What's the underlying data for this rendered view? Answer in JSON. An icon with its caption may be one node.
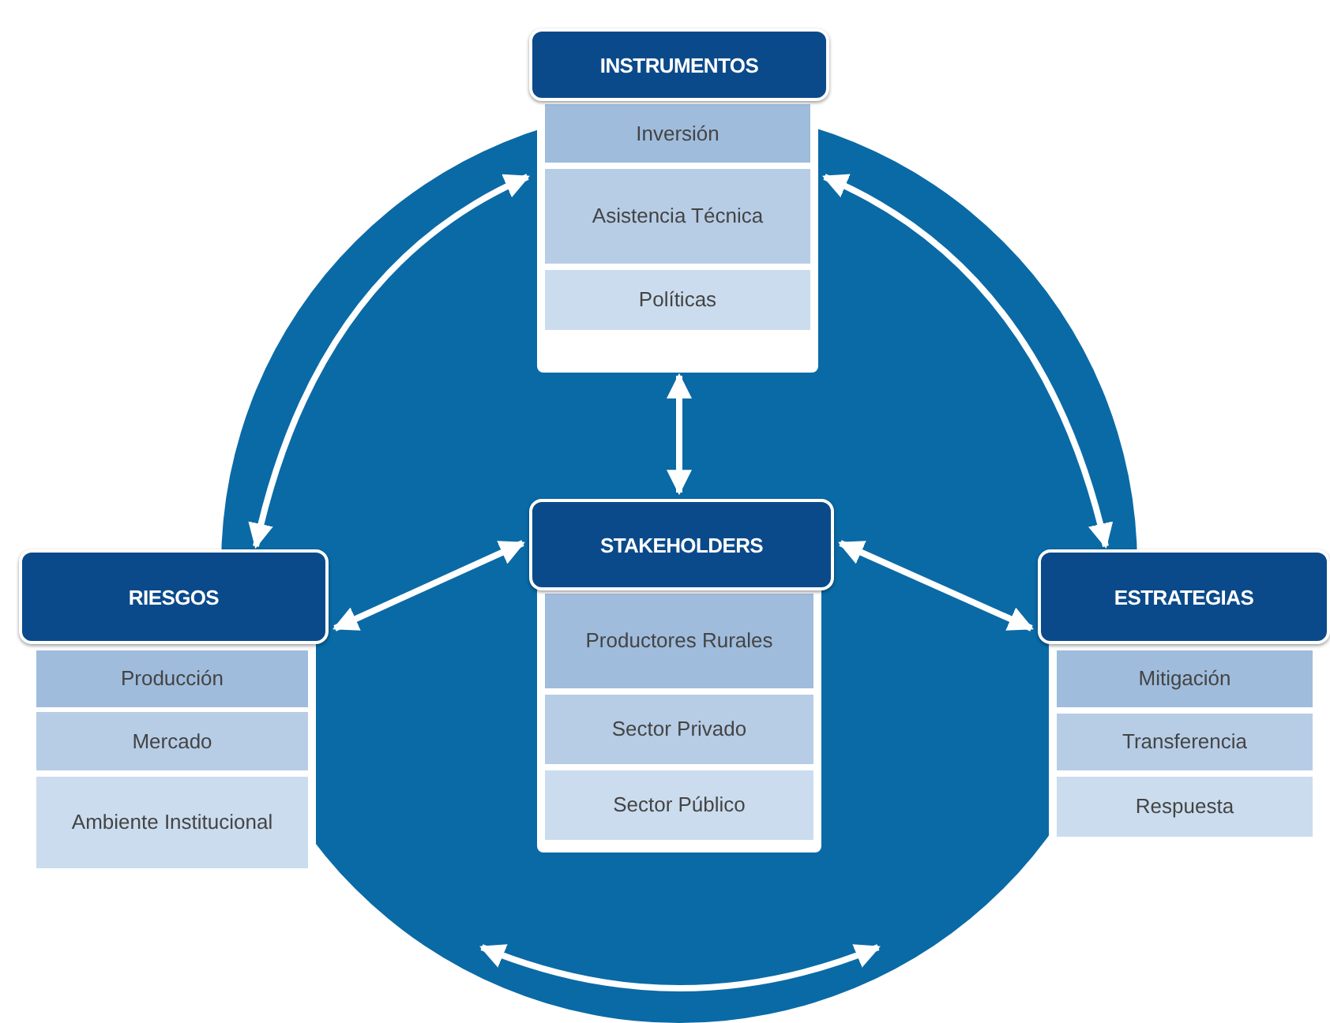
{
  "diagram": {
    "nodes": [
      {
        "text": [
          "INSTRUMENTOS"
        ]
      },
      {
        "text": [
          "Inversión"
        ],
        "in": 0
      },
      {
        "text": [
          "Asistencia Técnica"
        ],
        "in": 0
      },
      {
        "text": [
          "Políticas"
        ],
        "in": 0
      },
      {
        "text": [
          "RIESGOS"
        ]
      },
      {
        "text": [
          "Producción"
        ],
        "in": 4
      },
      {
        "text": [
          "Mercado"
        ],
        "in": 4
      },
      {
        "text": [
          "Ambiente Institucional"
        ],
        "in": 4
      },
      {
        "text": [
          "STAKEHOLDERS"
        ]
      },
      {
        "text": [
          "Productores Rurales"
        ],
        "in": 8
      },
      {
        "text": [
          "Sector Privado"
        ],
        "in": 8
      },
      {
        "text": [
          "Sector Público"
        ],
        "in": 8
      },
      {
        "text": [
          "ESTRATEGIAS"
        ]
      },
      {
        "text": [
          "Mitigación"
        ],
        "in": 12
      },
      {
        "text": [
          "Transferencia"
        ],
        "in": 12
      },
      {
        "text": [
          "Respuesta"
        ],
        "in": 12
      }
    ],
    "edges": [
      {
        "from": 0,
        "to": 4,
        "arrow": "both"
      },
      {
        "from": 0,
        "to": 12,
        "arrow": "both"
      },
      {
        "from": 0,
        "to": 8,
        "arrow": "both"
      },
      {
        "from": 4,
        "to": 8,
        "arrow": "both"
      },
      {
        "from": 8,
        "to": 12,
        "arrow": "both"
      }
    ]
  }
}
